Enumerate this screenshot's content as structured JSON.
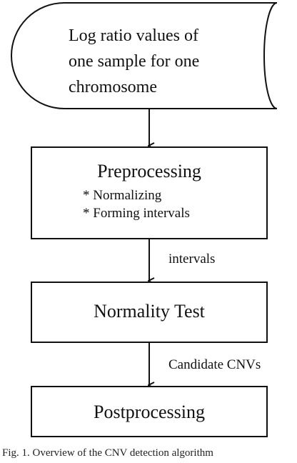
{
  "diagram": {
    "data_node": {
      "lines": [
        "Log ratio values of",
        "one sample for one",
        "chromosome"
      ]
    },
    "preprocessing": {
      "title": "Preprocessing",
      "bullets": [
        "* Normalizing",
        "* Forming intervals"
      ]
    },
    "edge_intervals": "intervals",
    "normality_test": {
      "title": "Normality Test"
    },
    "edge_candidates": "Candidate CNVs",
    "postprocessing": {
      "title": "Postprocessing"
    },
    "caption": "Fig. 1. Overview of the CNV detection algorithm"
  }
}
